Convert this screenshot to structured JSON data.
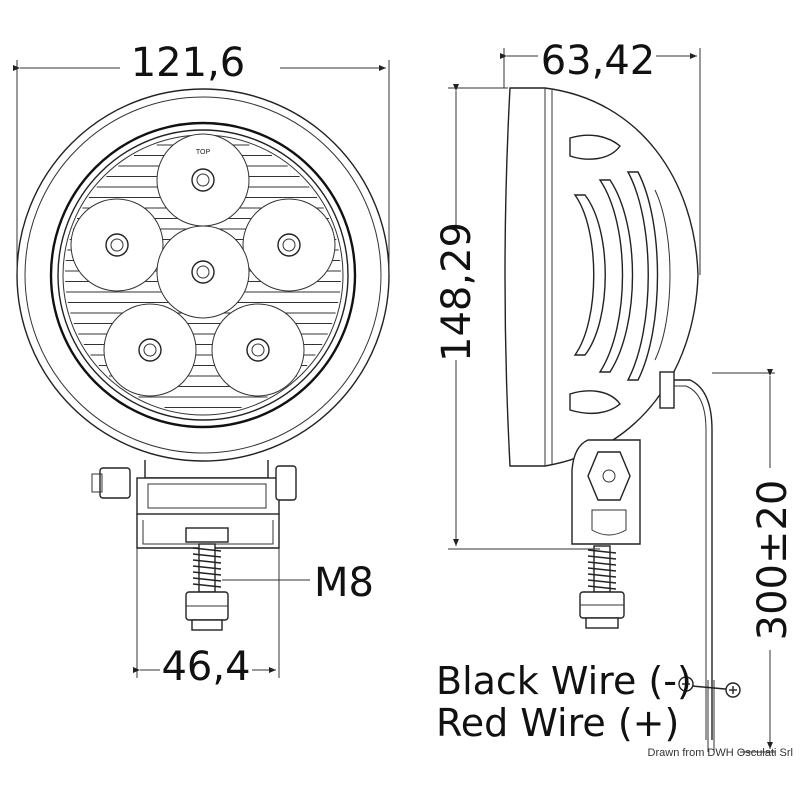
{
  "dimensions": {
    "front_width": "121,6",
    "side_depth": "63,42",
    "height": "148,29",
    "mount_width": "46,4",
    "cable_length": "300±20"
  },
  "thread_label": "M8",
  "top_mark": "TOP",
  "wires": {
    "black": "Black Wire (-)",
    "red": "Red Wire (+)"
  },
  "credit": "Drawn from DWH Osculati Srl"
}
